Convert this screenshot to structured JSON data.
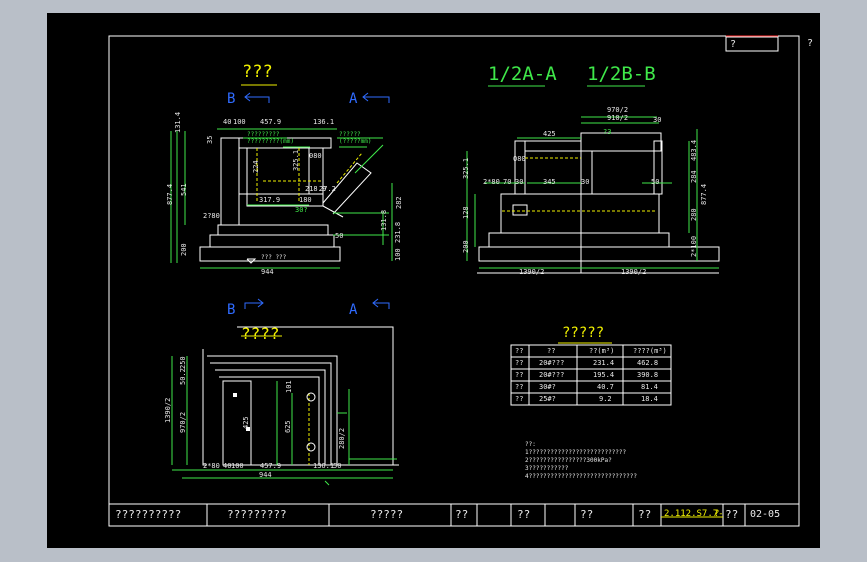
{
  "colors": {
    "background": "#000000",
    "frame": "#ffffff",
    "outline": "#ffffff",
    "dimension": "#3fe84a",
    "hidden_line": "#f0f000",
    "section_marker": "#2f6bff",
    "titleblock_accent": "#ff3030",
    "page": "#b9bfc8"
  },
  "corner_mark": "?",
  "titleblock_top_box": "?",
  "plan": {
    "title": "???",
    "marker_left": "B",
    "marker_right": "A",
    "dims": {
      "top_a": "40",
      "top_b": "100",
      "top_c": "457.9",
      "top_d": "136.1",
      "left_a": "131.4",
      "left_b": "541",
      "left_c": "877.4",
      "left_d": "200",
      "base": "944",
      "note_a": "2?80",
      "mid_a": "317.9",
      "mid_b": "180",
      "mid_c": "30?",
      "mid_d": "50",
      "right_a": "282",
      "right_b": "131.8",
      "right_c": "231.8",
      "right_d": "100",
      "mid_e": "325.1",
      "mid_f": "224",
      "mid_g": "080",
      "mid_h": "218.0",
      "mid_i": "27.2",
      "left_e": "35",
      "level": "??? ???"
    },
    "notes": {
      "a": "?????????",
      "b": "?????????(mm)",
      "c": "??????",
      "d": "(?????mm)"
    }
  },
  "section": {
    "title_a": "1/2A-A",
    "title_b": "1/2B-B",
    "dims": {
      "top_a": "970/2",
      "top_b": "910/2",
      "top_c": "30",
      "top_d": "425",
      "top_e": "?3",
      "left_a": "325.1",
      "left_b": "2*80",
      "left_c": "70",
      "left_d": "30",
      "left_e": "128",
      "left_f": "200",
      "mid_a": "080",
      "mid_b": "345",
      "mid_c": "30",
      "mid_d": "50",
      "right_a": "483.4",
      "right_b": "284",
      "right_c": "877.4",
      "right_d": "280",
      "right_e": "2*100",
      "base_a": "1390/2",
      "base_b": "1390/2"
    }
  },
  "elevation": {
    "title": "????",
    "marker_left": "B",
    "marker_right": "A",
    "dims": {
      "left_a": "50.2",
      "left_b": "250",
      "left_c": "1390/2",
      "left_d": "970/2",
      "mid_a": "101",
      "mid_b": "425",
      "mid_c": "625",
      "right_a": "280/2",
      "bottom_a": "2*80",
      "bottom_b": "40",
      "bottom_c": "100",
      "bottom_d": "457.9",
      "bottom_e": "136.1",
      "bottom_f": "50",
      "base": "944"
    }
  },
  "table": {
    "title": "?????",
    "headers": [
      "??",
      "??",
      "??(m³)",
      "????(m³)"
    ],
    "rows": [
      [
        "??",
        "20#???",
        "231.4",
        "462.8"
      ],
      [
        "??",
        "20#???",
        "195.4",
        "390.8"
      ],
      [
        "??",
        "30#?",
        "40.7",
        "81.4"
      ],
      [
        "??",
        "25#?",
        "9.2",
        "18.4"
      ]
    ]
  },
  "notes": {
    "heading": "??:",
    "lines": [
      "1???????????????????????????",
      "2????????????????300kPa?",
      "3???????????",
      "4??????????????????????????????"
    ]
  },
  "titleblock": {
    "cells": [
      "??????????",
      "?????????",
      "?????",
      "??",
      "??",
      "??",
      "??"
    ],
    "drawing_no": "2.112.S7.7-",
    "scale_mark": "?",
    "sheet_label": "??",
    "sheet_no": "02-05"
  }
}
